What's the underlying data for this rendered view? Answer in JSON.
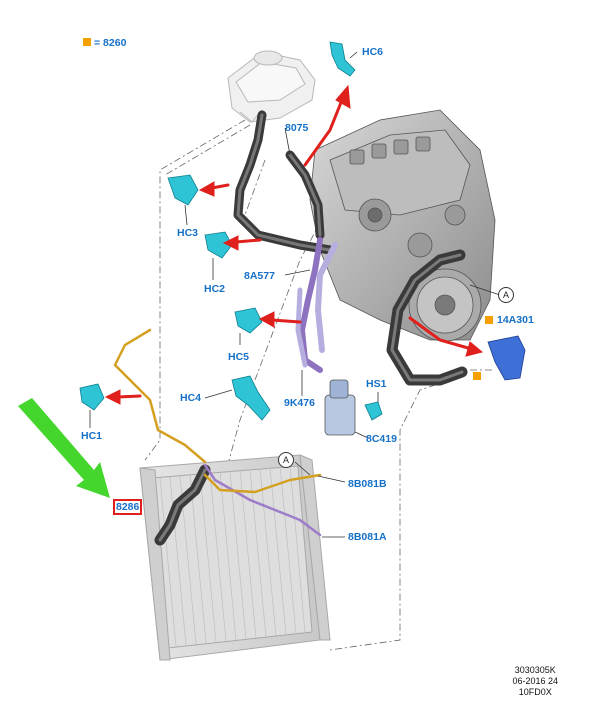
{
  "labels": {
    "l8260": "= 8260",
    "hc6": "HC6",
    "l8075": "8075",
    "hc3": "HC3",
    "hc2": "HC2",
    "l8a577": "8A577",
    "callout_a": "A",
    "l14a301": "14A301",
    "hc5": "HC5",
    "hs1": "HS1",
    "hc4": "HC4",
    "l9k476": "9K476",
    "hc1": "HC1",
    "l8c419": "8C419",
    "l8b081b": "8B081B",
    "l8286": "8286",
    "l8b081a": "8B081A"
  },
  "reference": {
    "code": "3030305K",
    "date": "06-2016 24",
    "id": "10FD0X"
  },
  "colors": {
    "label_blue": "#1570c8",
    "marker_orange": "#f5a000",
    "arrow_red": "#e0201c",
    "pointer_green": "#44d62c",
    "clip_cyan": "#2ec4d6",
    "bracket_blue": "#3d6fd6"
  }
}
